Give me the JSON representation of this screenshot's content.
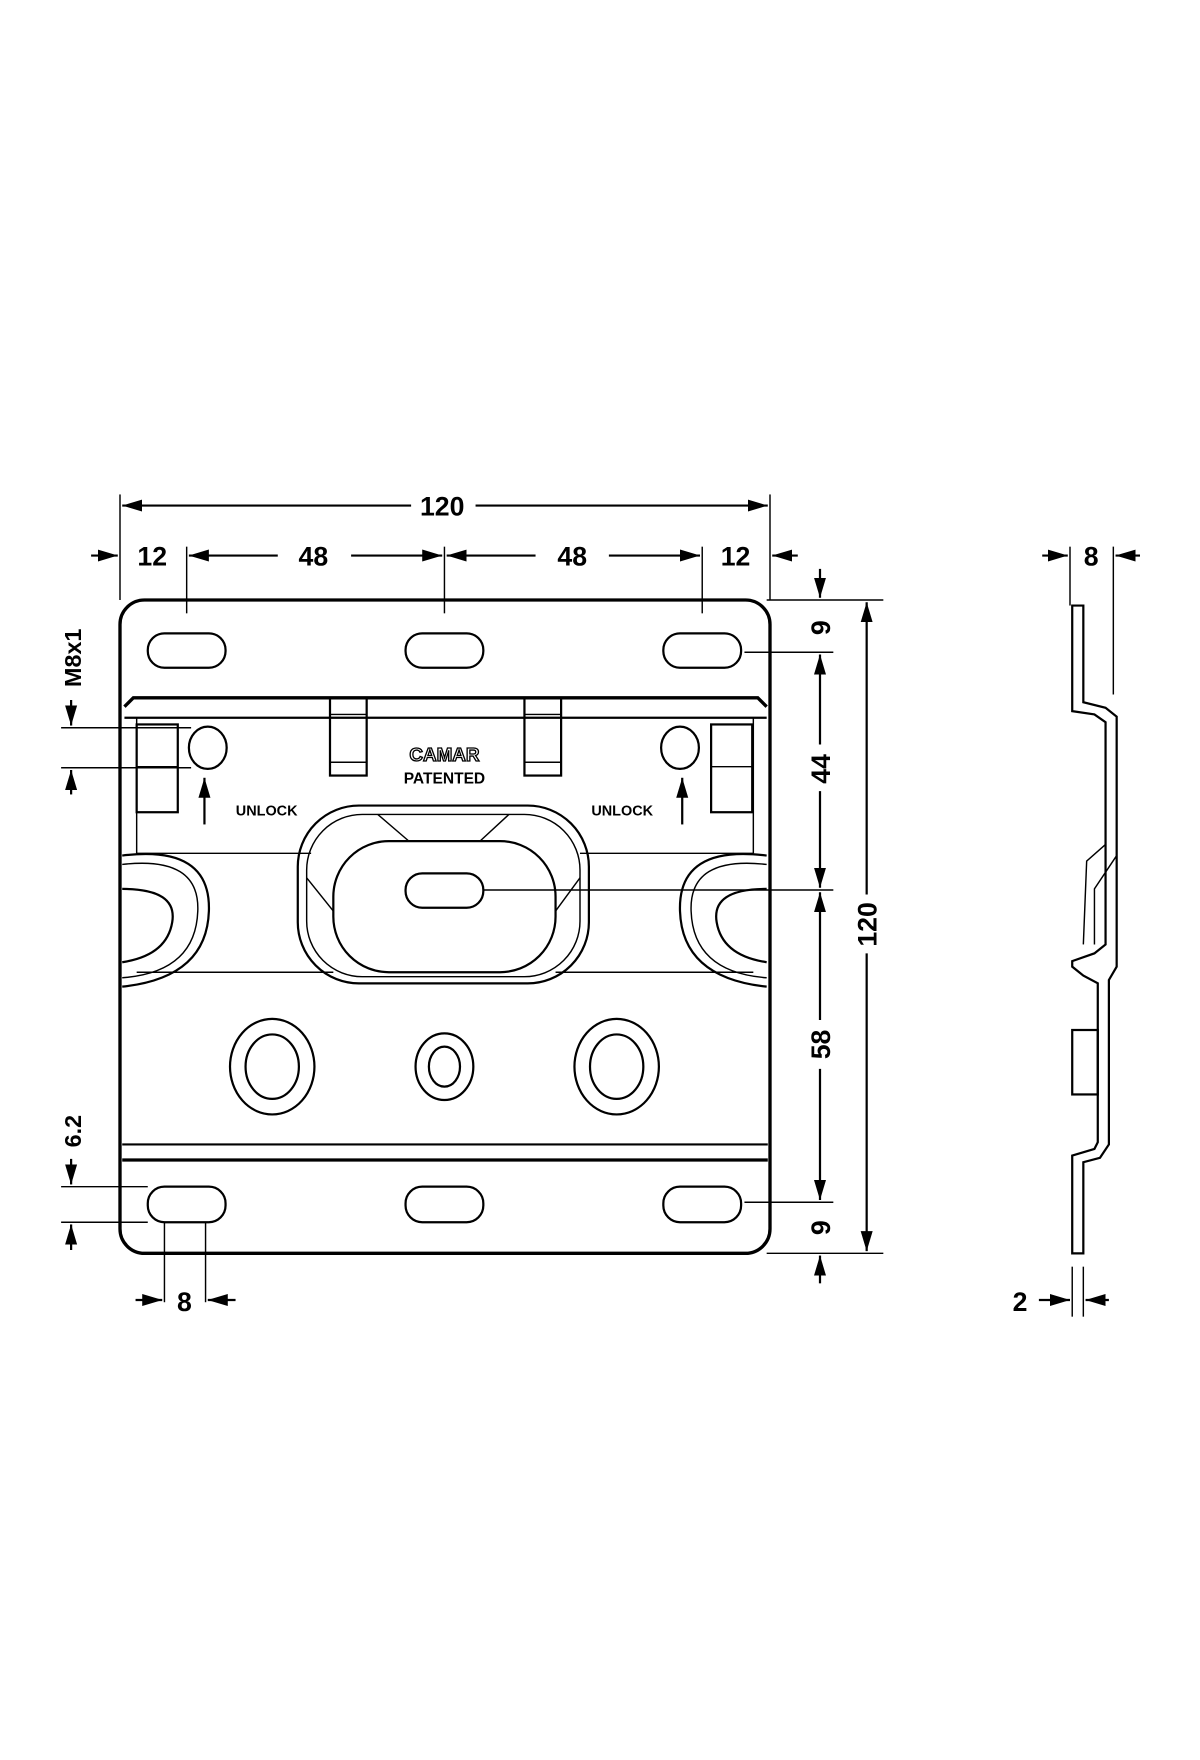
{
  "dimensions": {
    "overall_width": "120",
    "left_margin": "12",
    "left_pitch": "48",
    "right_pitch": "48",
    "right_margin": "12",
    "top_offset": "9",
    "upper_span": "44",
    "lower_span": "58",
    "bottom_offset": "9",
    "overall_height": "120",
    "thread": "M8x1",
    "slot_height": "6.2",
    "slot_width": "8",
    "side_depth": "8",
    "side_thickness": "2"
  },
  "labels": {
    "brand": "CAMAR",
    "patented": "PATENTED",
    "unlock_left": "UNLOCK",
    "unlock_right": "UNLOCK"
  },
  "colors": {
    "line": "#000000",
    "background": "#ffffff"
  }
}
